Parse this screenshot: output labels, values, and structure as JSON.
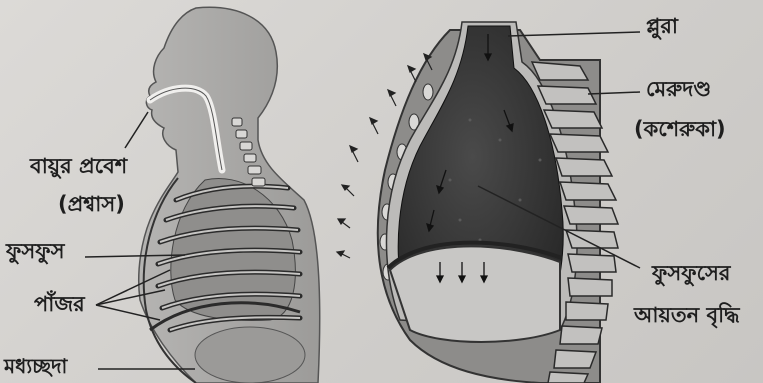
{
  "labels": {
    "air_entry": "বায়ুর প্রবেশ",
    "inhalation": "(প্রশ্বাস)",
    "lungs": "ফুসফুস",
    "ribs": "পাঁজর",
    "diaphragm": "মধ্যচ্ছদা",
    "pleura": "প্লুরা",
    "spine": "মেরুদণ্ড",
    "vertebra": "(কশেরুকা)",
    "lung_volume_1": "ফুসফুসের",
    "lung_volume_2": "আয়তন বৃদ্ধি"
  },
  "colors": {
    "background": "#d6d4d1",
    "body_fill": "#a9a8a6",
    "lung_fill": "#3a3a3a",
    "outline": "#1e1e1e"
  }
}
